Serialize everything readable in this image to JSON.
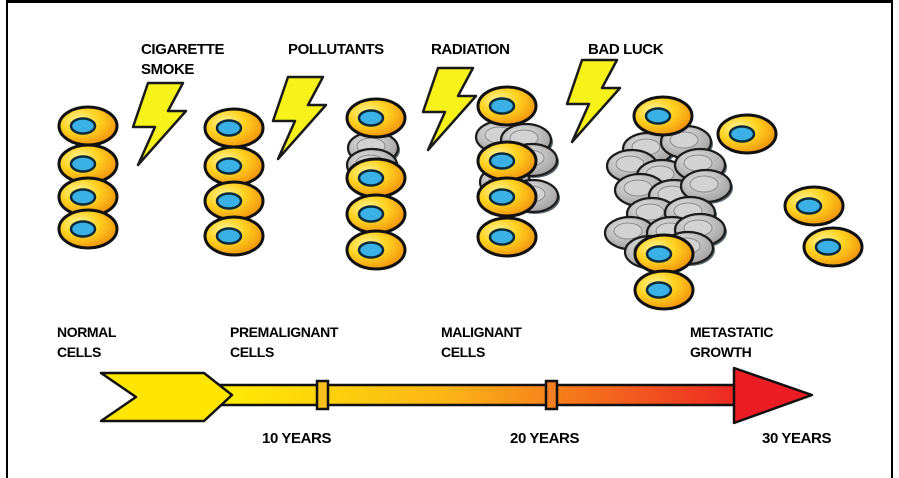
{
  "colors": {
    "cell_gradient_light": "#ffe84a",
    "cell_gradient_dark": "#f39a0c",
    "nucleus": "#3ab0e6",
    "abnormal_cell": "#b9b9b9",
    "lightning": "#f6f21a",
    "arrow_start": "#fff200",
    "arrow_end": "#ee1c1c"
  },
  "carcinogens": [
    {
      "lines": [
        "CIGARETTE",
        "SMOKE"
      ],
      "icon": "lightning-icon"
    },
    {
      "lines": [
        "POLLUTANTS"
      ],
      "icon": "lightning-icon"
    },
    {
      "lines": [
        "RADIATION"
      ],
      "icon": "lightning-icon"
    },
    {
      "lines": [
        "BAD LUCK"
      ],
      "icon": "lightning-icon"
    }
  ],
  "stages": [
    {
      "lines": [
        "NORMAL",
        "CELLS"
      ]
    },
    {
      "lines": [
        "PREMALIGNANT",
        "CELLS"
      ]
    },
    {
      "lines": [
        "MALIGNANT",
        "CELLS"
      ]
    },
    {
      "lines": [
        "METASTATIC",
        "GROWTH"
      ]
    }
  ],
  "timeline": {
    "ticks": [
      "10 YEARS",
      "20 YEARS",
      "30 YEARS"
    ]
  }
}
